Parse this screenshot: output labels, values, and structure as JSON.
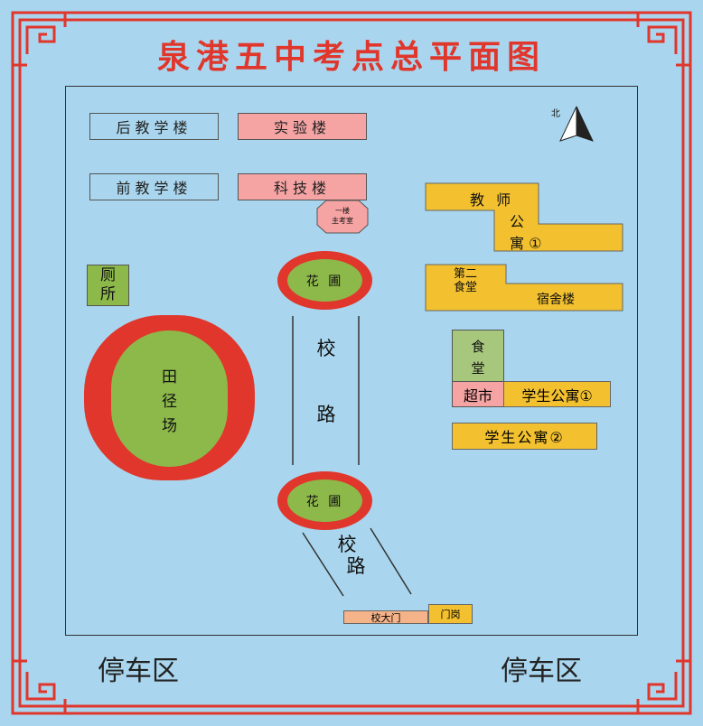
{
  "title": "泉港五中考点总平面图",
  "buildings": {
    "rear_teaching": "后教学楼",
    "front_teaching": "前教学楼",
    "lab": "实验楼",
    "tech": "科技楼",
    "main_exam_room_line1": "一楼",
    "main_exam_room_line2": "主考室",
    "restroom_line1": "厕",
    "restroom_line2": "所",
    "track_field_line1": "田",
    "track_field_line2": "径",
    "track_field_line3": "场",
    "teacher_apt_line1": "教 师",
    "teacher_apt_line2": "公",
    "teacher_apt_line3": "寓 ①",
    "canteen2_line1": "第二",
    "canteen2_line2": "食堂",
    "dormitory": "宿舍楼",
    "canteen_line1": "食",
    "canteen_line2": "堂",
    "supermarket": "超市",
    "student_apt1": "学生公寓①",
    "student_apt2": "学生公寓②",
    "main_gate": "校大门",
    "guard_post": "门岗"
  },
  "landscape": {
    "flowerbed": "花 圃",
    "road_char1": "校",
    "road_char2": "路"
  },
  "compass_label": "北",
  "parking_left": "停车区",
  "parking_right": "停车区",
  "colors": {
    "frame_red": "#e0362c",
    "background_blue": "#a9d6ee",
    "building_pink": "#f5a3a3",
    "building_yellow": "#f3c12f",
    "field_green": "#8db84a"
  }
}
